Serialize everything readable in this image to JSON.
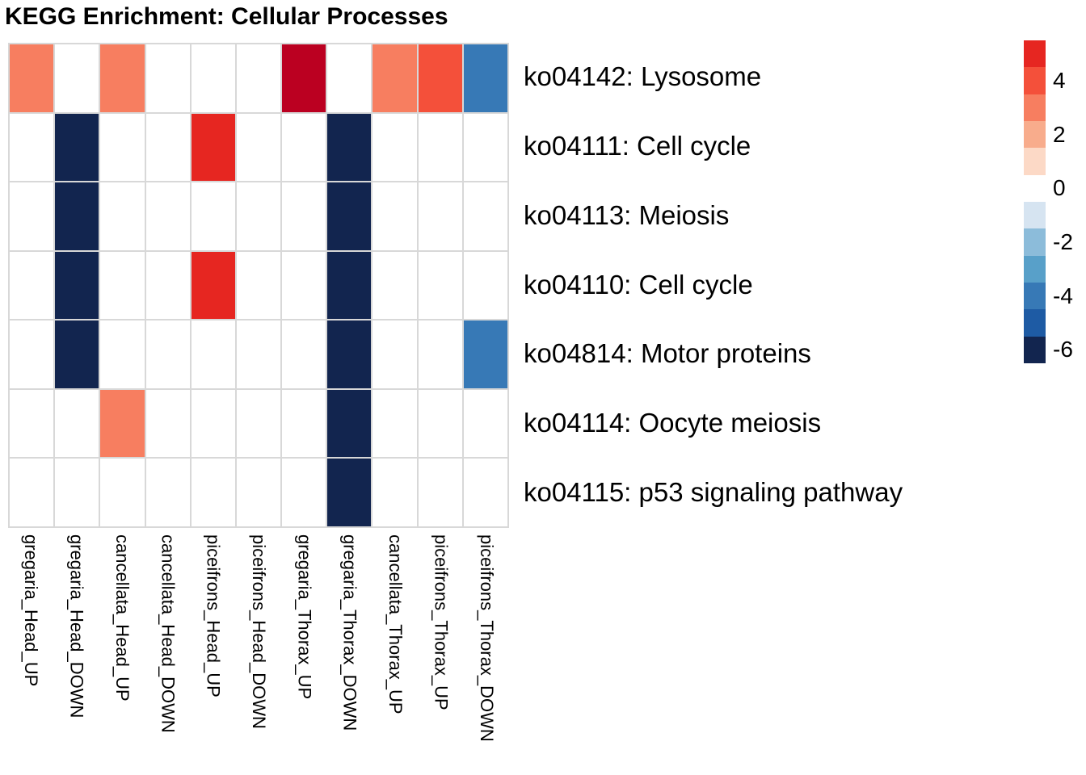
{
  "title": "KEGG Enrichment: Cellular Processes",
  "chart_data": {
    "type": "heatmap",
    "title": "KEGG Enrichment: Cellular Processes",
    "grid": true,
    "gridline_color": "#d8d8d8",
    "empty_cell_color": "#ffffff",
    "legend_position": "right",
    "columns": [
      "gregaria_Head_UP",
      "gregaria_Head_DOWN",
      "cancellata_Head_UP",
      "cancellata_Head_DOWN",
      "piceifrons_Head_UP",
      "piceifrons_Head_DOWN",
      "gregaria_Thorax_UP",
      "gregaria_Thorax_DOWN",
      "cancellata_Thorax_UP",
      "piceifrons_Thorax_UP",
      "piceifrons_Thorax_DOWN"
    ],
    "rows": [
      "ko04142: Lysosome",
      "ko04111: Cell cycle",
      "ko04113: Meiosis",
      "ko04110: Cell cycle",
      "ko04814: Motor proteins",
      "ko04114: Oocyte meiosis",
      "ko04115: p53 signaling pathway"
    ],
    "matrix": [
      [
        3,
        null,
        3,
        null,
        null,
        null,
        6,
        null,
        3,
        4,
        -4
      ],
      [
        null,
        -6,
        null,
        null,
        5,
        null,
        null,
        -6,
        null,
        null,
        null
      ],
      [
        null,
        -6,
        null,
        null,
        null,
        null,
        null,
        -6,
        null,
        null,
        null
      ],
      [
        null,
        -6,
        null,
        null,
        5,
        null,
        null,
        -6,
        null,
        null,
        null
      ],
      [
        null,
        -6,
        null,
        null,
        null,
        null,
        null,
        -6,
        null,
        null,
        -4
      ],
      [
        null,
        null,
        3,
        null,
        null,
        null,
        null,
        -6,
        null,
        null,
        null
      ],
      [
        null,
        null,
        null,
        null,
        null,
        null,
        null,
        -6,
        null,
        null,
        null
      ]
    ],
    "legend": {
      "bins": [
        {
          "value": 5,
          "color": "#E62621"
        },
        {
          "value": 4,
          "color": "#F4503A"
        },
        {
          "value": 3,
          "color": "#F77E60"
        },
        {
          "value": 2,
          "color": "#F8AC8C"
        },
        {
          "value": 1,
          "color": "#FCD9C6"
        },
        {
          "value": 0,
          "color": "#FFFFFF"
        },
        {
          "value": -1,
          "color": "#D6E4F1"
        },
        {
          "value": -2,
          "color": "#8CBCDA"
        },
        {
          "value": -3,
          "color": "#58A0C9"
        },
        {
          "value": -4,
          "color": "#3779B6"
        },
        {
          "value": -5,
          "color": "#1E5BA4"
        },
        {
          "value": -6,
          "color": "#12254F"
        }
      ],
      "extra_value_colors": {
        "6": "#BB0021"
      },
      "tick_labels": [
        "4",
        "2",
        "0",
        "-2",
        "-4",
        "-6"
      ]
    }
  }
}
